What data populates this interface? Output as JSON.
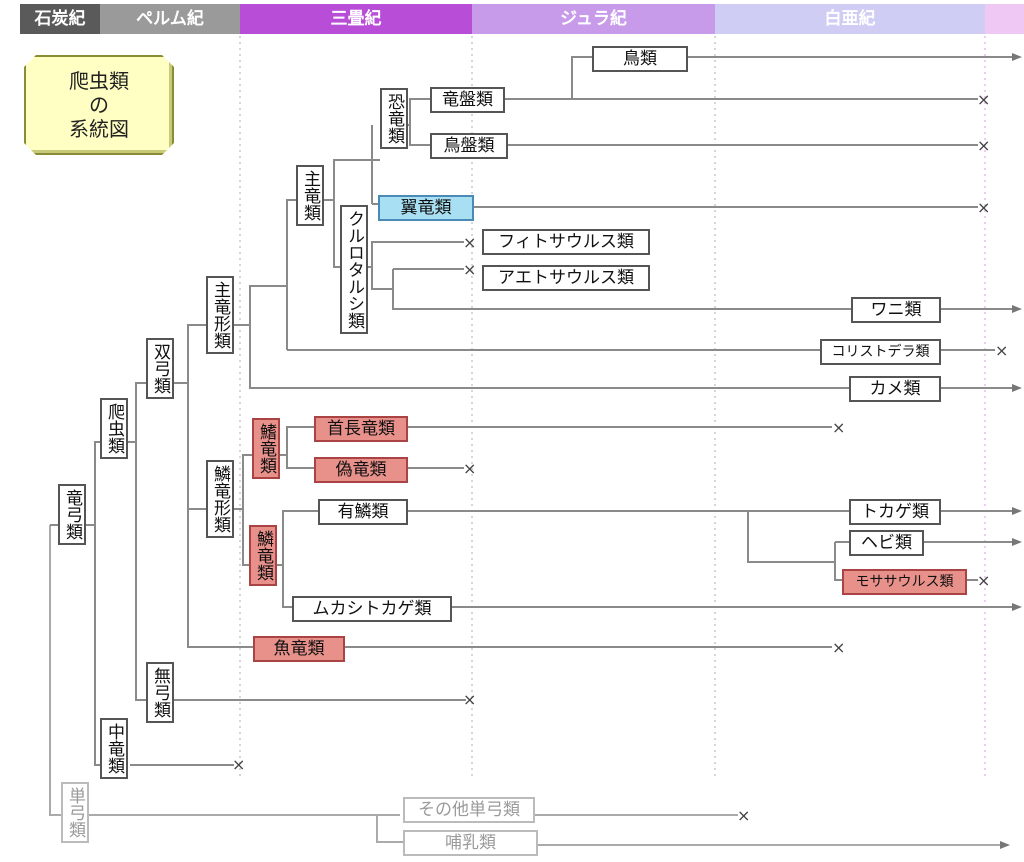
{
  "eras": [
    {
      "key": "carboniferous",
      "label": "石炭紀",
      "color": "#5a5a5a"
    },
    {
      "key": "permian",
      "label": "ペルム紀",
      "color": "#9a9a9a"
    },
    {
      "key": "triassic",
      "label": "三畳紀",
      "color": "#b84ed8"
    },
    {
      "key": "jurassic",
      "label": "ジュラ紀",
      "color": "#c79be9"
    },
    {
      "key": "cretaceous",
      "label": "白亜紀",
      "color": "#cfcdf4"
    },
    {
      "key": "tertiary",
      "label": "",
      "color": "#f0c8f4"
    }
  ],
  "title": "爬虫類\nの\n系統図",
  "nodes": {
    "ryukyu": "竜弓類",
    "hachurui": "爬虫類",
    "soukyu": "双弓類",
    "mukyu": "無弓類",
    "chuuryu": "中竜類",
    "tankyu": "単弓類",
    "shuryukei": "主竜形類",
    "rinryukei": "鱗竜形類",
    "shuryu": "主竜類",
    "kurotarushi": "クルロタルシ類",
    "kyouryu": "恐竜類",
    "rinryu1": "鰭竜類",
    "rinryu2": "鱗竜類",
    "tori": "鳥類",
    "ryuban": "竜盤類",
    "choban": "鳥盤類",
    "yokuryu": "翼竜類",
    "fitosaurus": "フィトサウルス類",
    "aetosaurus": "アエトサウルス類",
    "wani": "ワニ類",
    "koristodera": "コリストデラ類",
    "kame": "カメ類",
    "kubinaga": "首長竜類",
    "giryu": "偽竜類",
    "yurin": "有鱗類",
    "tokage": "トカゲ類",
    "hebi": "ヘビ類",
    "mosasaurus": "モササウルス類",
    "mukashitokage": "ムカシトカゲ類",
    "gyoryu": "魚竜類",
    "sonotatankyu": "その他単弓類",
    "honyu": "哺乳類"
  },
  "extinct_mark": "×",
  "arrow_mark": "→"
}
